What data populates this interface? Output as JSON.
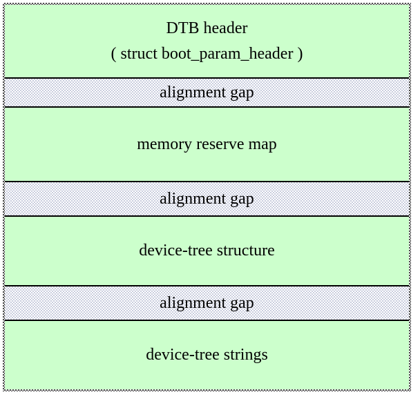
{
  "diagram": {
    "blocks": [
      {
        "id": "dtb-header",
        "type": "section",
        "lines": [
          "DTB header",
          "( struct boot_param_header )"
        ]
      },
      {
        "id": "alignment-gap-1",
        "type": "gap",
        "label": "alignment gap"
      },
      {
        "id": "memory-reserve-map",
        "type": "section",
        "label": "memory reserve map"
      },
      {
        "id": "alignment-gap-2",
        "type": "gap",
        "label": "alignment gap"
      },
      {
        "id": "device-tree-structure",
        "type": "section",
        "label": "device-tree structure"
      },
      {
        "id": "alignment-gap-3",
        "type": "gap",
        "label": "alignment gap"
      },
      {
        "id": "device-tree-strings",
        "type": "section",
        "label": "device-tree strings"
      }
    ],
    "colors": {
      "section_fill": "#ccffcc",
      "gap_fill": "#ffffff",
      "gap_dot": "#c9cdde",
      "separator": "#000000",
      "outer_border": "#4a4a4a",
      "text": "#000000",
      "background": "#ffffff"
    }
  }
}
